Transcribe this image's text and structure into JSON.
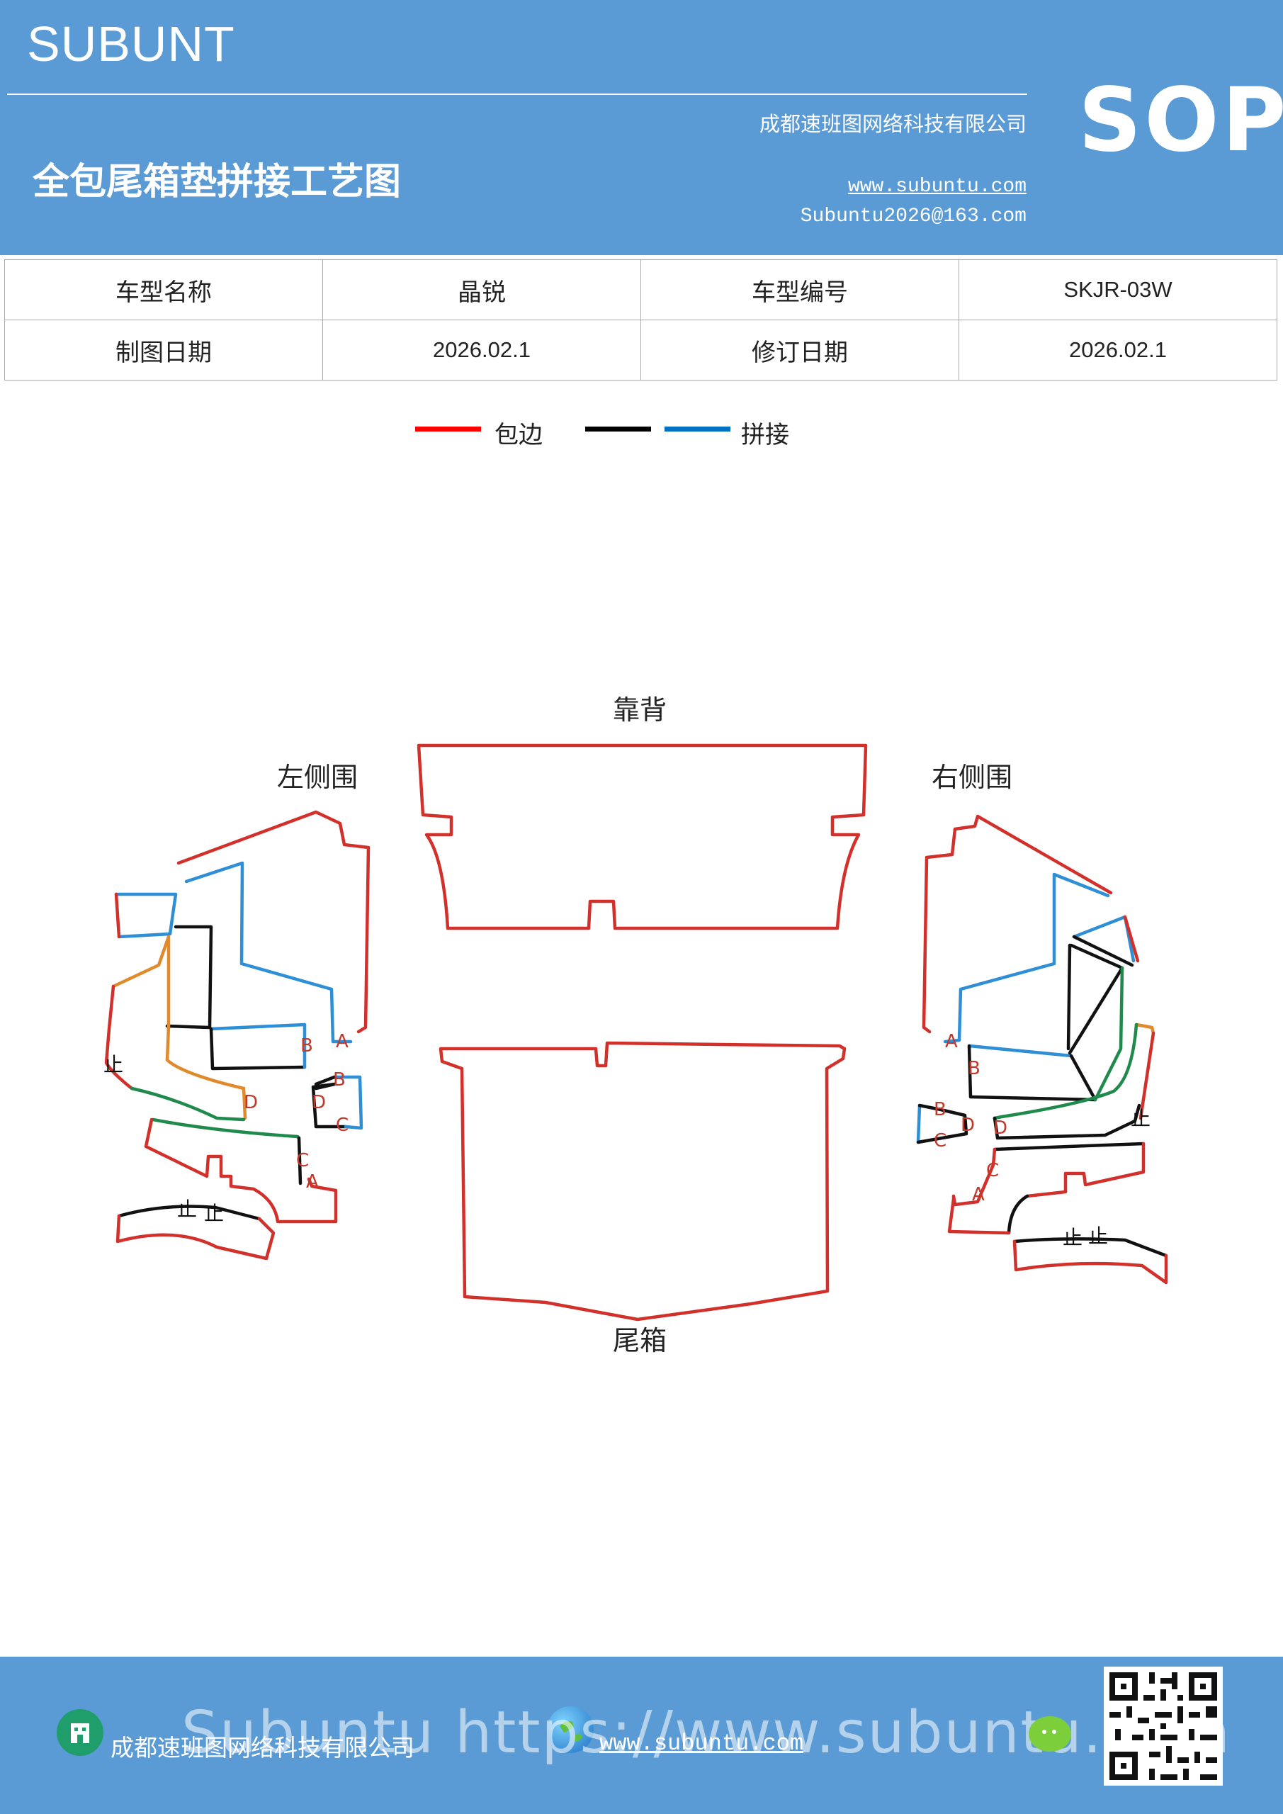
{
  "header": {
    "brand": "SUBUNT",
    "company": "成都速班图网络科技有限公司",
    "title": "全包尾箱垫拼接工艺图",
    "website": "www.subuntu.com",
    "email": "Subuntu2026@163.com",
    "badge": "SOP"
  },
  "info_table": {
    "rows": [
      [
        {
          "label": "车型名称"
        },
        {
          "value": "晶锐"
        },
        {
          "label": "车型编号"
        },
        {
          "value": "SKJR-03W"
        }
      ],
      [
        {
          "label": "制图日期"
        },
        {
          "value": "2026.02.1"
        },
        {
          "label": "修订日期"
        },
        {
          "value": "2026.02.1"
        }
      ]
    ]
  },
  "legend": {
    "items": [
      {
        "color": "#ff0000",
        "label": "包边"
      },
      {
        "color": "#000000",
        "label": ""
      },
      {
        "color": "#0070c0",
        "label": "拼接"
      }
    ]
  },
  "diagram": {
    "section_labels": {
      "back": "靠背",
      "trunk": "尾箱",
      "left_side": "左侧围",
      "right_side": "右侧围"
    },
    "marks": {
      "stop": "止",
      "A": "A",
      "B": "B",
      "C": "C",
      "D": "D"
    },
    "colors": {
      "edge": "#d2302b",
      "blue": "#2e8fd6",
      "black": "#111111",
      "orange": "#e08a2c",
      "green": "#1f8a4c",
      "marker": "#c0392b"
    }
  },
  "footer": {
    "company": "成都速班图网络科技有限公司",
    "website": "www.subuntu.com",
    "watermark": "Subuntu https://www.subuntu.com",
    "icons": [
      "building-icon",
      "globe-icon",
      "wechat-icon",
      "qr-code"
    ]
  }
}
